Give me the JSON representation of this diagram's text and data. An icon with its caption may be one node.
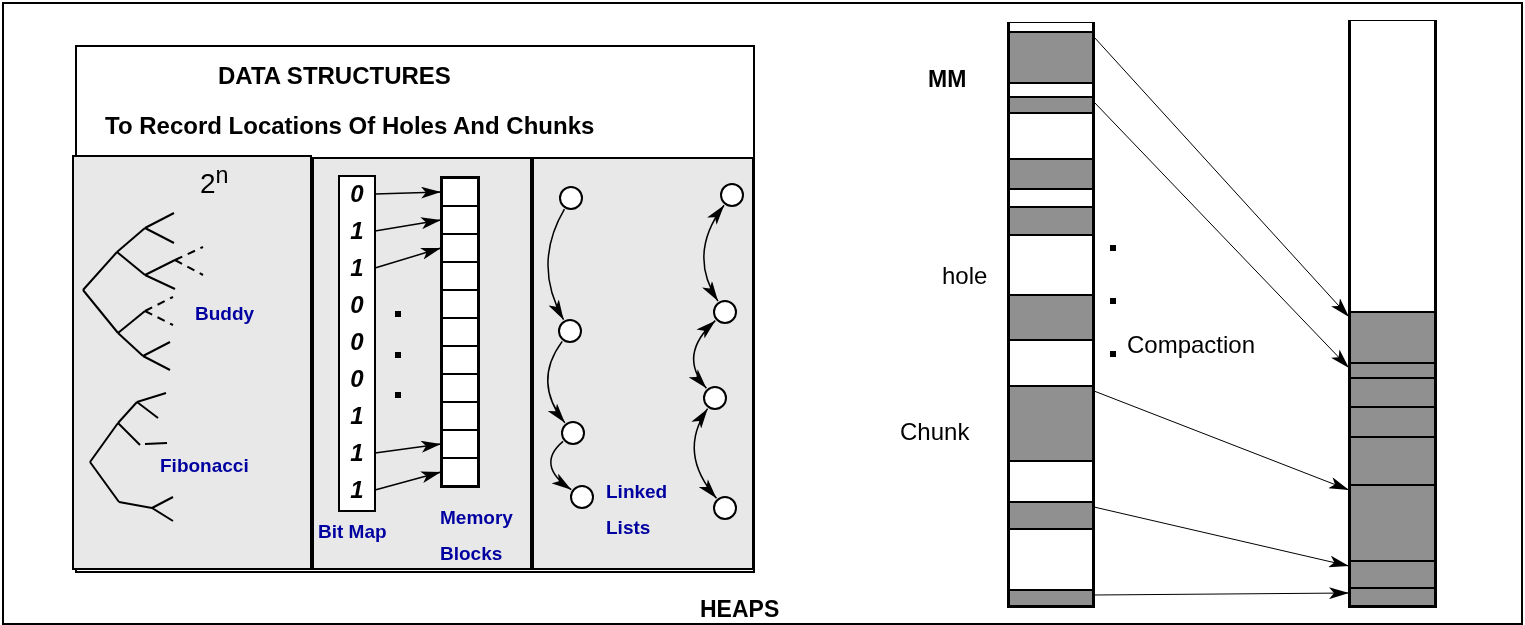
{
  "diagram": {
    "caption": "HEAPS",
    "nodes": [
      {
        "text": [
          "DATA STRUCTURES",
          "To Record Locations Of Holes And Chunks"
        ]
      },
      {
        "text": [
          "2$^{n}$",
          "Buddy",
          "Fibonacci"
        ],
        "in": 0
      },
      {
        "text": [],
        "shape": "box",
        "in": 0
      },
      {
        "text": [
          "Bit Map"
        ],
        "in": 2
      },
      {
        "text": [
          "0"
        ],
        "in": 3
      },
      {
        "text": [
          "1"
        ],
        "in": 3
      },
      {
        "text": [
          "1"
        ],
        "in": 3
      },
      {
        "text": [
          "0"
        ],
        "in": 3
      },
      {
        "text": [
          "0"
        ],
        "in": 3
      },
      {
        "text": [
          "0"
        ],
        "in": 3
      },
      {
        "text": [
          "1"
        ],
        "in": 3
      },
      {
        "text": [
          "1"
        ],
        "in": 3
      },
      {
        "text": [
          "1"
        ],
        "in": 3
      },
      {
        "text": [
          "Memory Blocks"
        ],
        "in": 2
      },
      {
        "text": [],
        "shape": "box",
        "in": 13
      },
      {
        "text": [],
        "shape": "box",
        "in": 13
      },
      {
        "text": [],
        "shape": "box",
        "in": 13
      },
      {
        "text": [],
        "shape": "box",
        "in": 13
      },
      {
        "text": [],
        "shape": "box",
        "in": 13
      },
      {
        "text": [],
        "shape": "box",
        "in": 13
      },
      {
        "text": [],
        "shape": "box",
        "in": 13
      },
      {
        "text": [],
        "shape": "box",
        "in": 13
      },
      {
        "text": [],
        "shape": "box",
        "in": 13
      },
      {
        "text": [],
        "shape": "box",
        "in": 13
      },
      {
        "text": [],
        "shape": "box",
        "in": 13
      },
      {
        "text": [
          "Linked Lists"
        ],
        "in": 0
      },
      {
        "text": [],
        "shape": "circle",
        "in": 25
      },
      {
        "text": [],
        "shape": "circle",
        "in": 25
      },
      {
        "text": [],
        "shape": "circle",
        "in": 25
      },
      {
        "text": [],
        "shape": "circle",
        "in": 25
      },
      {
        "text": [],
        "shape": "circle",
        "in": 25
      },
      {
        "text": [],
        "shape": "circle",
        "in": 25
      },
      {
        "text": [],
        "shape": "circle",
        "in": 25
      },
      {
        "text": [],
        "shape": "circle",
        "in": 25
      },
      {
        "text": [
          "MM"
        ]
      },
      {
        "text": [],
        "shape": "box",
        "in": 34
      },
      {
        "text": [],
        "shape": "box",
        "in": 34
      },
      {
        "text": [],
        "shape": "box",
        "in": 34
      },
      {
        "text": [],
        "shape": "box",
        "in": 34
      },
      {
        "text": [],
        "shape": "box",
        "in": 34
      },
      {
        "text": [],
        "shape": "box",
        "in": 34
      },
      {
        "text": [],
        "shape": "box",
        "in": 34
      },
      {
        "text": [],
        "shape": "box",
        "in": 34
      },
      {
        "text": [],
        "shape": "box",
        "in": 34
      },
      {
        "text": [],
        "shape": "box",
        "in": 34
      },
      {
        "text": [],
        "shape": "box",
        "in": 34
      },
      {
        "text": [],
        "shape": "box",
        "in": 34
      },
      {
        "text": [],
        "shape": "box",
        "in": 34
      },
      {
        "text": [],
        "shape": "box",
        "in": 34
      },
      {
        "text": [],
        "shape": "box",
        "in": 34
      },
      {
        "text": [],
        "shape": "box",
        "in": 34
      },
      {
        "text": [],
        "shape": "box"
      },
      {
        "text": [],
        "shape": "box",
        "in": 51
      },
      {
        "text": [],
        "shape": "box",
        "in": 51
      },
      {
        "text": [],
        "shape": "box",
        "in": 51
      },
      {
        "text": [],
        "shape": "box",
        "in": 51
      },
      {
        "text": [],
        "shape": "box",
        "in": 51
      },
      {
        "text": [],
        "shape": "box",
        "in": 51
      },
      {
        "text": [],
        "shape": "box",
        "in": 51
      },
      {
        "text": [],
        "shape": "box",
        "in": 51
      },
      {
        "text": [],
        "shape": "box",
        "in": 51
      }
    ],
    "edges": [
      {
        "from": 4,
        "to": 14,
        "arrow": "to"
      },
      {
        "from": 5,
        "to": 15,
        "arrow": "to"
      },
      {
        "from": 6,
        "to": 16,
        "arrow": "to"
      },
      {
        "from": 11,
        "to": 23,
        "arrow": "to"
      },
      {
        "from": 12,
        "to": 24,
        "arrow": "to"
      },
      {
        "from": 26,
        "to": 27,
        "arrow": "to"
      },
      {
        "from": 27,
        "to": 28,
        "arrow": "to"
      },
      {
        "from": 28,
        "to": 29,
        "arrow": "to"
      },
      {
        "from": 30,
        "to": 31,
        "arrow": "both"
      },
      {
        "from": 31,
        "to": 32,
        "arrow": "both"
      },
      {
        "from": 32,
        "to": 33,
        "arrow": "both"
      },
      {
        "from": 36,
        "to": 53,
        "arrow": "to"
      },
      {
        "from": 38,
        "to": 54,
        "arrow": "to"
      },
      {
        "from": 46,
        "to": 58,
        "arrow": "to"
      },
      {
        "from": 48,
        "to": 59,
        "arrow": "to"
      },
      {
        "from": 50,
        "to": 60,
        "arrow": "to"
      }
    ],
    "labels": [
      "hole",
      "Chunk",
      "Compaction"
    ]
  }
}
